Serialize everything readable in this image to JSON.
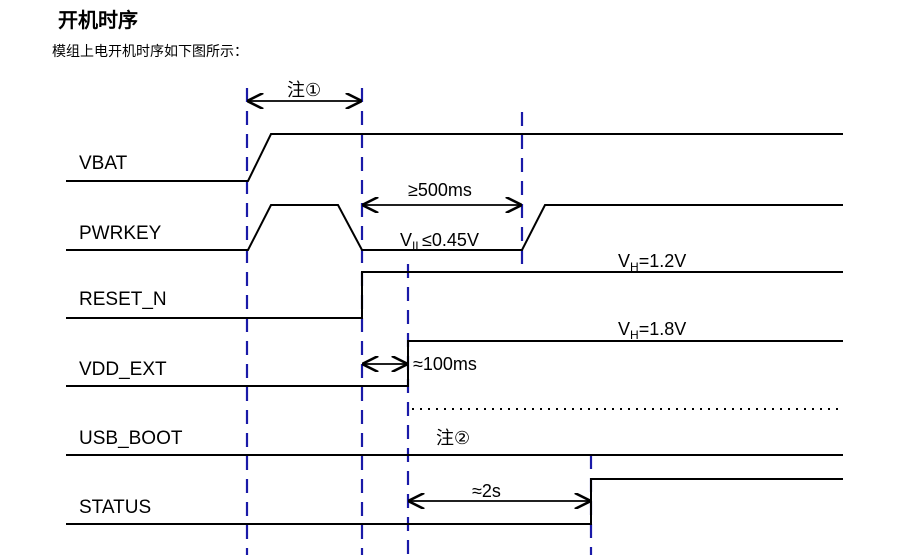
{
  "heading": {
    "title": "开机时序",
    "subtitle": "模组上电开机时序如下图所示："
  },
  "signals": [
    {
      "name": "VBAT"
    },
    {
      "name": "PWRKEY"
    },
    {
      "name": "RESET_N"
    },
    {
      "name": "VDD_EXT"
    },
    {
      "name": "USB_BOOT"
    },
    {
      "name": "STATUS"
    }
  ],
  "annotations": {
    "note1": "注①",
    "note2": "注②",
    "pwrkey_release_time": "≥500ms",
    "vil_prefix": "V",
    "vil_sub": "IL",
    "vil_value": "≤0.45V",
    "reset_vh_prefix": "V",
    "reset_vh_sub": "H",
    "reset_vh_value": "=1.2V",
    "vdd_vh_prefix": "V",
    "vdd_vh_sub": "H",
    "vdd_vh_value": "=1.8V",
    "vdd_delay": "≈100ms",
    "status_delay": "≈2s"
  },
  "colors": {
    "guide_lines": "#1a1aa8",
    "waveforms": "#000000"
  }
}
